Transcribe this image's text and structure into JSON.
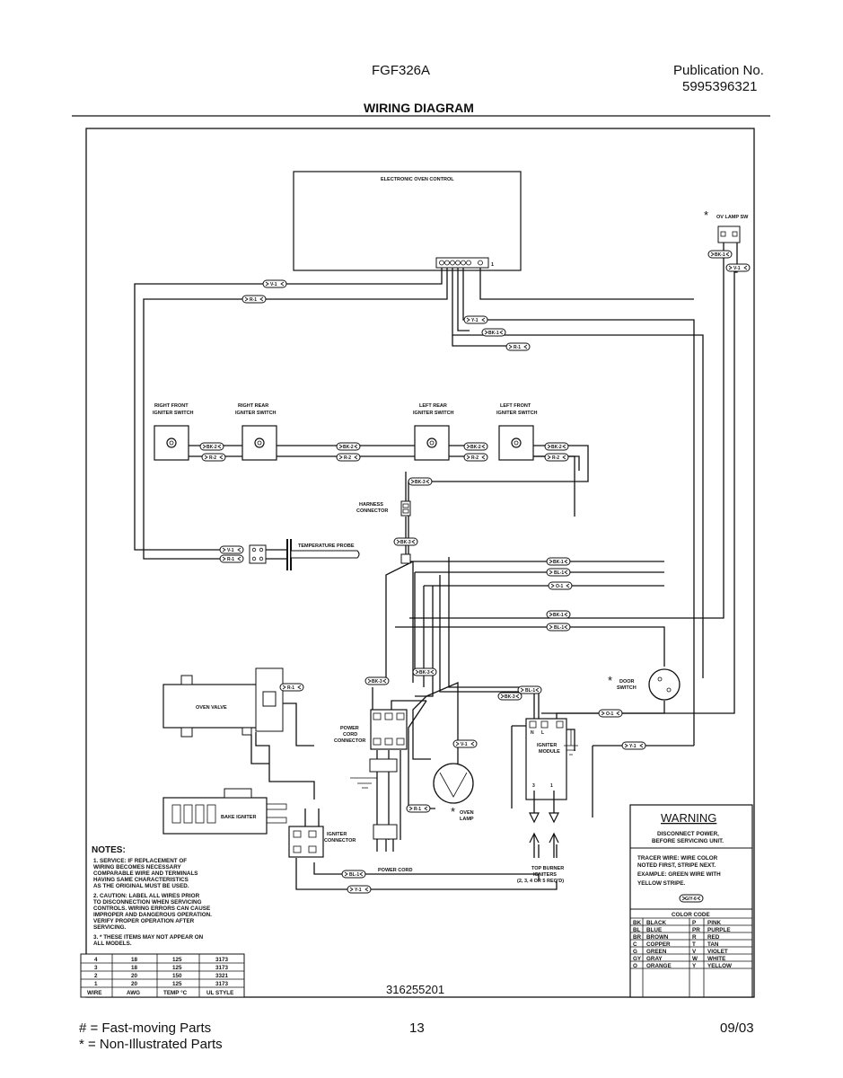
{
  "header": {
    "model": "FGF326A",
    "publication_label": "Publication No.",
    "publication_number": "5995396321",
    "section_title": "WIRING DIAGRAM"
  },
  "components": {
    "oven_control": "ELECTRONIC OVEN CONTROL",
    "oven_control_pin": "1",
    "ov_lamp_sw": "OV LAMP SW",
    "rf_line1": "RIGHT FRONT",
    "rf_line2": "IGNITER SWITCH",
    "rr_line1": "RIGHT REAR",
    "rr_line2": "IGNITER SWITCH",
    "lr_line1": "LEFT REAR",
    "lr_line2": "IGNITER SWITCH",
    "lf_line1": "LEFT FRONT",
    "lf_line2": "IGNITER SWITCH",
    "harness_line1": "HARNESS",
    "harness_line2": "CONNECTOR",
    "temp_probe": "TEMPERATURE PROBE",
    "oven_valve": "OVEN VALVE",
    "bake_igniter": "BAKE IGNITER",
    "power_cord_conn_1": "POWER",
    "power_cord_conn_2": "CORD",
    "power_cord_conn_3": "CONNECTOR",
    "igniter_conn_1": "IGNITER",
    "igniter_conn_2": "CONNECTOR",
    "power_cord": "POWER CORD",
    "igniter_module_1": "IGNITER",
    "igniter_module_2": "MODULE",
    "module_pin_n": "N",
    "module_pin_l": "L",
    "module_pin_3": "3",
    "module_pin_1": "1",
    "top_burner_1": "TOP BURNER",
    "top_burner_2": "IGNITERS",
    "top_burner_3": "(2, 3, 4 OR 5 REQ'D)",
    "door_switch_1": "DOOR",
    "door_switch_2": "SWITCH",
    "oven_lamp_1": "OVEN",
    "oven_lamp_2": "LAMP",
    "star": "*"
  },
  "wire_labels": {
    "v1_top": "V-1",
    "r1_top": "R-1",
    "bk1_top": "BK-1",
    "v1_left": "V-1",
    "r1_left": "R-1",
    "y1": "Y-1",
    "bk1": "BK-1",
    "r1": "R-1",
    "bk2_a": "BK-2",
    "r2_a": "R-2",
    "bk2_b": "BK-2",
    "r2_b": "R-2",
    "bk2_c": "BK-2",
    "r2_c": "R-2",
    "bk2_d": "BK-2",
    "r2_d": "R-2",
    "bk3_harness": "BK-3",
    "v1_probe": "V-1",
    "r1_probe": "R-1",
    "bk3_junction": "BK-3",
    "bk1_mid": "BK-1",
    "bl1_mid": "BL-1",
    "o1_mid": "O-1",
    "bk1_lower": "BK-1",
    "bl1_lower": "BL-1",
    "bk3_left": "BK-3",
    "bk3_center": "BK-3",
    "r1_valve": "R-1",
    "bk3_module": "BK-3",
    "bl1_module": "BL-1",
    "o1_door": "O-1",
    "v1_lamp": "V-1",
    "y1_module": "Y-1",
    "r1_ign": "R-1",
    "bl1_bottom": "BL-1",
    "y1_bottom": "Y-1"
  },
  "notes": {
    "heading": "NOTES:",
    "n1": [
      "1.  SERVICE:   IF REPLACEMENT OF",
      "     WIRING BECOMES NECESSARY",
      "     COMPARABLE WIRE AND TERMINALS",
      "     HAVING SAME CHARACTERISTICS",
      "     AS THE ORIGINAL MUST BE USED."
    ],
    "n2": [
      "2.  CAUTION:   LABEL ALL WIRES PRIOR",
      "     TO DISCONNECTION WHEN SERVICING",
      "     CONTROLS.  WIRING ERRORS CAN CAUSE",
      "     IMPROPER AND DANGEROUS OPERATION.",
      "     VERIFY PROPER OPERATION AFTER",
      "     SERVICING."
    ],
    "n3": [
      "3.  * THESE ITEMS MAY NOT APPEAR ON",
      "     ALL MODELS."
    ]
  },
  "wire_table": {
    "rows": [
      [
        "4",
        "18",
        "125",
        "3173"
      ],
      [
        "3",
        "18",
        "125",
        "3173"
      ],
      [
        "2",
        "20",
        "150",
        "3321"
      ],
      [
        "1",
        "20",
        "125",
        "3173"
      ]
    ],
    "headers": [
      "WIRE",
      "AWG",
      "TEMP °C",
      "UL STYLE"
    ]
  },
  "warning": {
    "title": "WARNING",
    "line1": "DISCONNECT POWER,",
    "line2": "BEFORE SERVICING UNIT.",
    "tracer": [
      "TRACER WIRE:   WIRE COLOR",
      "NOTED FIRST, STRIPE NEXT.",
      "EXAMPLE:   GREEN WIRE WITH",
      "YELLOW STRIPE."
    ],
    "example_code": "G/Y-6"
  },
  "color_code": {
    "title": "COLOR CODE",
    "left": [
      [
        "BK",
        "BLACK"
      ],
      [
        "BL",
        "BLUE"
      ],
      [
        "BR",
        "BROWN"
      ],
      [
        "C",
        "COPPER"
      ],
      [
        "G",
        "GREEN"
      ],
      [
        "GY",
        "GRAY"
      ],
      [
        "O",
        "ORANGE"
      ]
    ],
    "right": [
      [
        "P",
        "PINK"
      ],
      [
        "PR",
        "PURPLE"
      ],
      [
        "R",
        "RED"
      ],
      [
        "T",
        "TAN"
      ],
      [
        "V",
        "VIOLET"
      ],
      [
        "W",
        "WHITE"
      ],
      [
        "Y",
        "YELLOW"
      ]
    ]
  },
  "diagram_number": "316255201",
  "footer": {
    "legend1": "# = Fast-moving Parts",
    "legend2": "* = Non-Illustrated Parts",
    "page": "13",
    "date": "09/03"
  }
}
